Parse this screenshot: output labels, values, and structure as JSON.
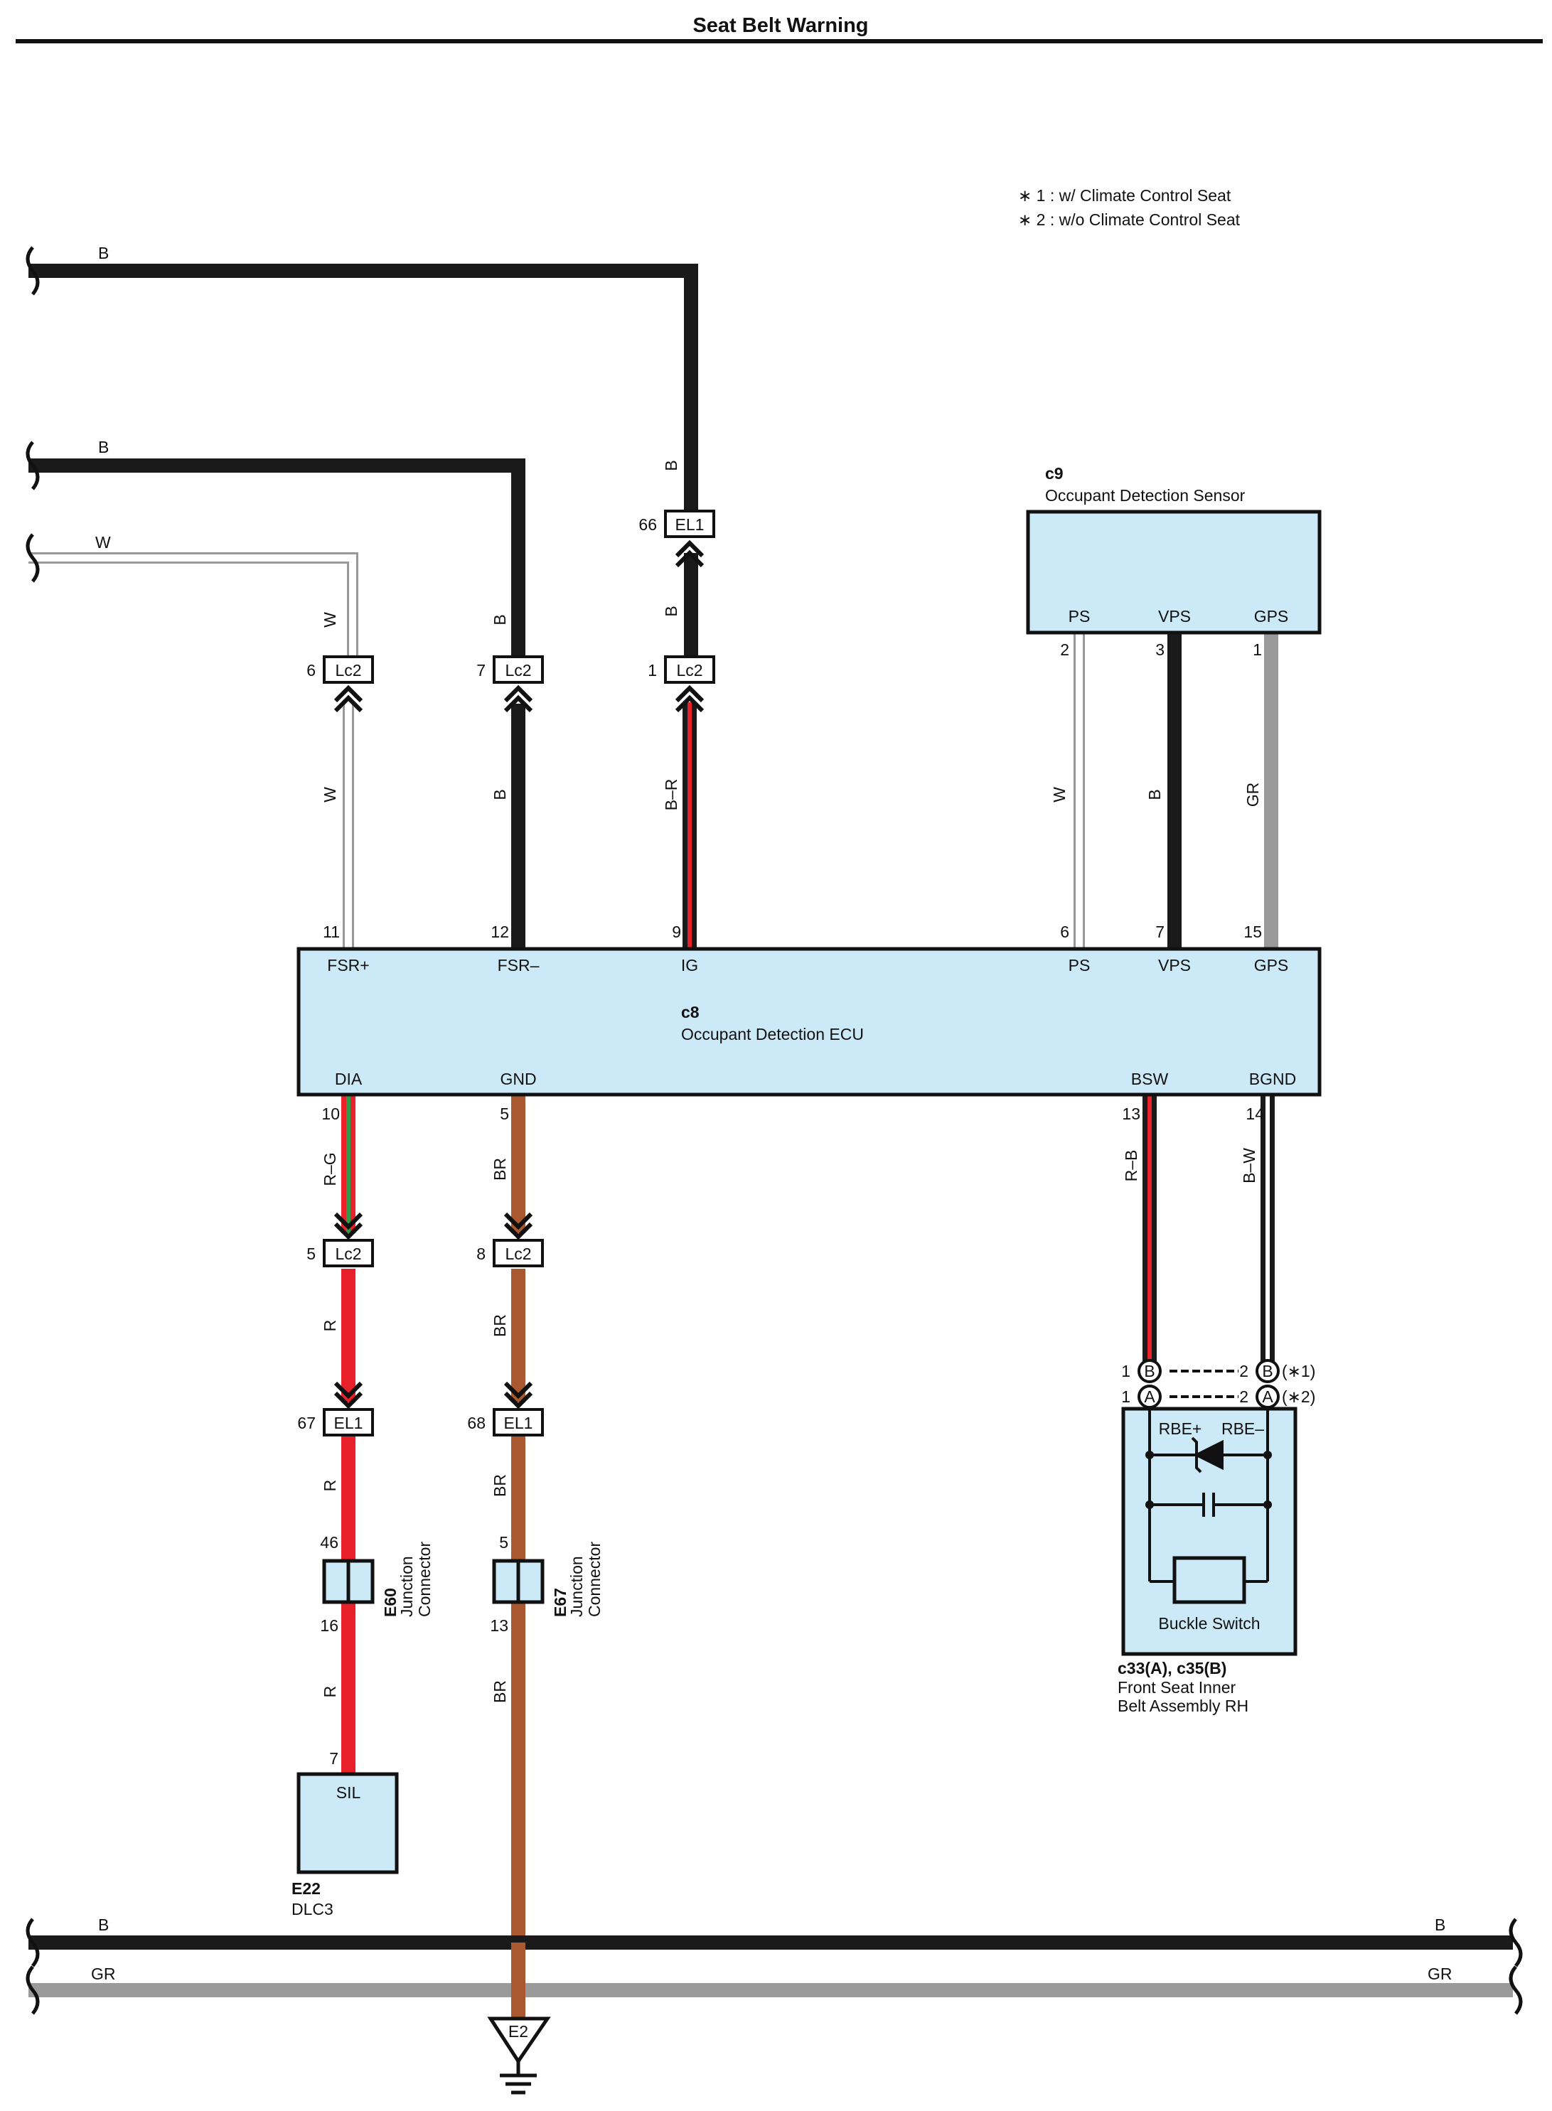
{
  "title": "Seat Belt Warning",
  "notes": [
    "∗ 1 : w/ Climate Control Seat",
    "∗ 2 : w/o Climate Control Seat"
  ],
  "colors": {
    "B": "#1a1a1a",
    "W": "#ffffff",
    "R": "#e8202a",
    "BR": "#a9582f",
    "GR": "#9a9a9b",
    "G": "#2e9a48",
    "component_fill": "#cce9f7"
  },
  "components": {
    "c8": {
      "id": "c8",
      "name": "Occupant Detection ECU",
      "pins_top": [
        "FSR+",
        "FSR–",
        "IG",
        "PS",
        "VPS",
        "GPS"
      ],
      "pins_bottom": [
        "DIA",
        "GND",
        "BSW",
        "BGND"
      ],
      "pin_numbers_top": [
        "11",
        "12",
        "9",
        "6",
        "7",
        "15"
      ],
      "pin_numbers_bottom": [
        "10",
        "5",
        "13",
        "14"
      ]
    },
    "c9": {
      "id": "c9",
      "name": "Occupant Detection Sensor",
      "pins": [
        "PS",
        "VPS",
        "GPS"
      ],
      "pin_numbers": [
        "2",
        "3",
        "1"
      ]
    },
    "buckle": {
      "id": "c33(A), c35(B)",
      "name_line1": "Front Seat Inner",
      "name_line2": "Belt Assembly RH",
      "pins": [
        "RBE+",
        "RBE–"
      ],
      "switch": "Buckle Switch",
      "row1": [
        "1",
        "B",
        "2",
        "B",
        "(∗1)"
      ],
      "row2": [
        "1",
        "A",
        "2",
        "A",
        "(∗2)"
      ]
    },
    "e22": {
      "id": "E22",
      "name": "DLC3",
      "pin": "SIL",
      "pin_number": "7"
    },
    "e60": {
      "id": "E60",
      "name_line1": "Junction",
      "name_line2": "Connector",
      "pin_top": "46",
      "pin_bottom": "16"
    },
    "e67": {
      "id": "E67",
      "name_line1": "Junction",
      "name_line2": "Connector",
      "pin_top": "5",
      "pin_bottom": "13"
    },
    "ground": "E2"
  },
  "connectors": [
    {
      "code": "EL1",
      "pin": "66"
    },
    {
      "code": "Lc2",
      "pin": "6"
    },
    {
      "code": "Lc2",
      "pin": "7"
    },
    {
      "code": "Lc2",
      "pin": "1"
    },
    {
      "code": "Lc2",
      "pin": "5"
    },
    {
      "code": "Lc2",
      "pin": "8"
    },
    {
      "code": "EL1",
      "pin": "67"
    },
    {
      "code": "EL1",
      "pin": "68"
    }
  ],
  "wire_labels": {
    "top_b1": "B",
    "top_b2": "B",
    "top_w": "W",
    "w_up": "W",
    "w_dn": "W",
    "fsr_up": "B",
    "fsr_dn": "B",
    "ig_up1": "B",
    "ig_up2": "B",
    "ig_dn": "B–R",
    "ps": "W",
    "vps": "B",
    "gps": "GR",
    "dia1": "R–G",
    "dia2": "R",
    "dia3": "R",
    "dia4": "R",
    "gnd1": "BR",
    "gnd2": "BR",
    "gnd3": "BR",
    "gnd4": "BR",
    "bsw": "R–B",
    "bgnd": "B–W",
    "bus_b_left": "B",
    "bus_b_right": "B",
    "bus_gr_left": "GR",
    "bus_gr_right": "GR"
  }
}
